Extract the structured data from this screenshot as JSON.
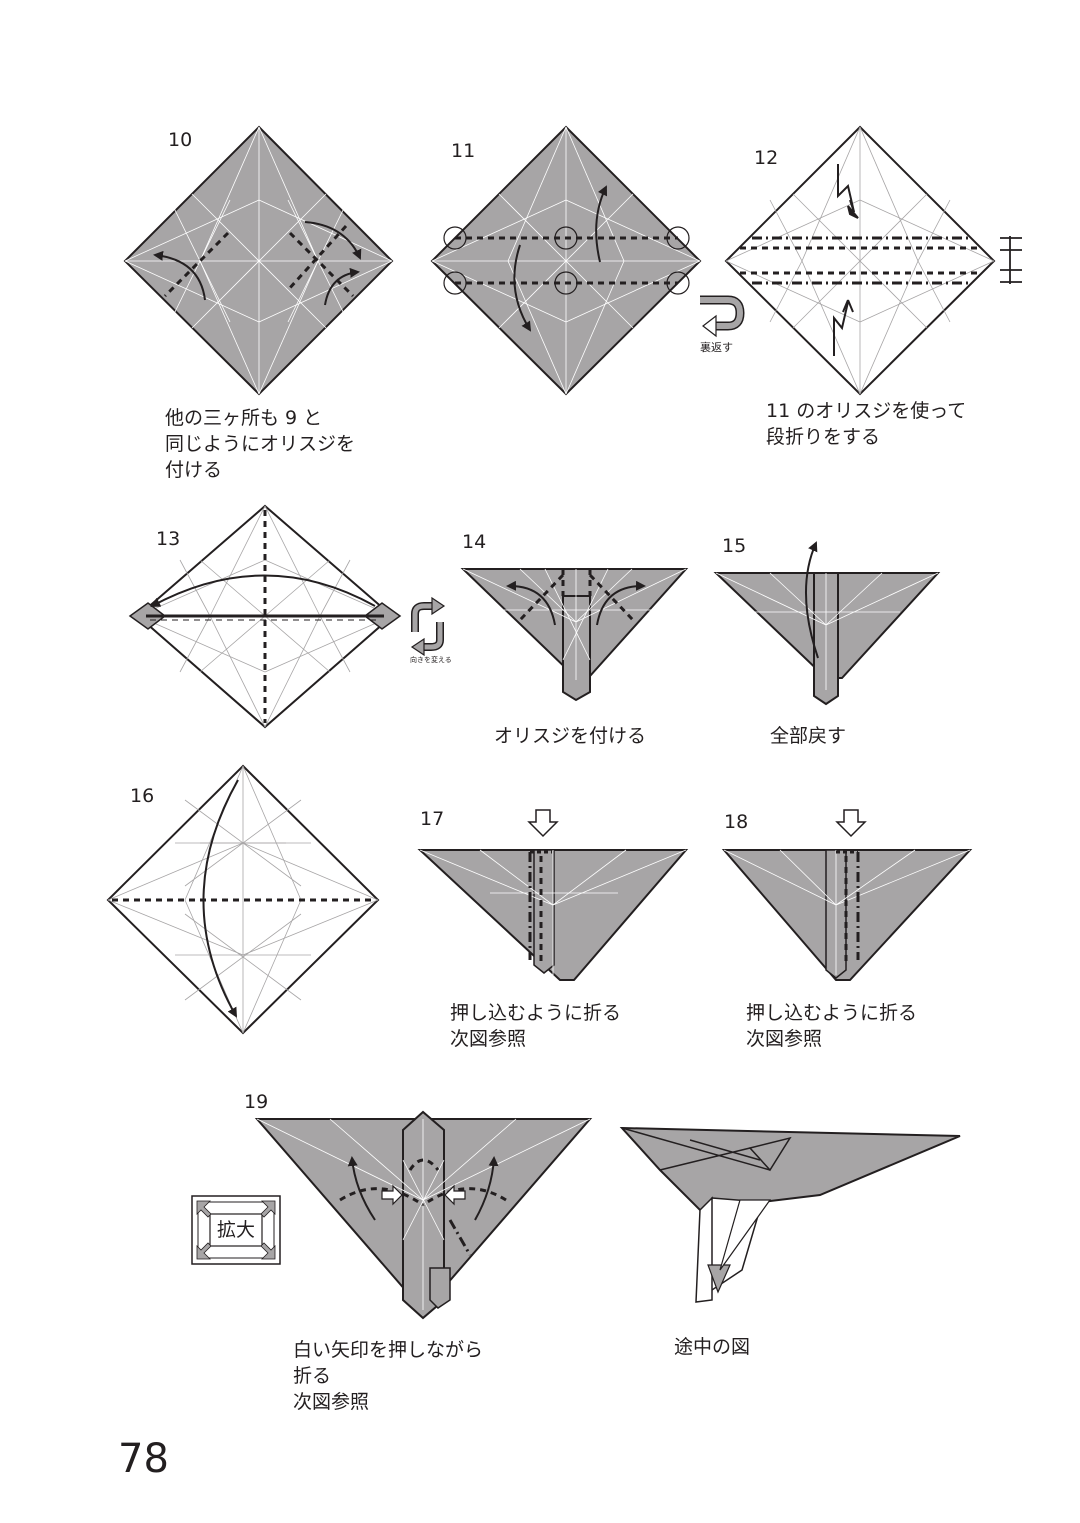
{
  "page_number": "78",
  "steps": {
    "s10": {
      "number": "10",
      "caption": "他の三ヶ所も 9 と\n同じようにオリスジを\n付ける"
    },
    "s11": {
      "number": "11",
      "symbol_label": "裏返す"
    },
    "s12": {
      "number": "12",
      "caption": "11 のオリスジを使って\n段折りをする"
    },
    "s13": {
      "number": "13",
      "symbol_label": "向きを変える"
    },
    "s14": {
      "number": "14",
      "caption": "オリスジを付ける"
    },
    "s15": {
      "number": "15",
      "caption": "全部戻す"
    },
    "s16": {
      "number": "16"
    },
    "s17": {
      "number": "17",
      "caption": "押し込むように折る\n次図参照"
    },
    "s18": {
      "number": "18",
      "caption": "押し込むように折る\n次図参照"
    },
    "s19": {
      "number": "19",
      "caption": "白い矢印を押しながら\n折る\n次図参照",
      "zoom_label": "拡大"
    },
    "inprogress": {
      "caption": "途中の図"
    }
  },
  "colors": {
    "paper_gray": "#a7a5a6",
    "ink": "#231f20",
    "crease": "#ffffff",
    "white": "#ffffff"
  }
}
